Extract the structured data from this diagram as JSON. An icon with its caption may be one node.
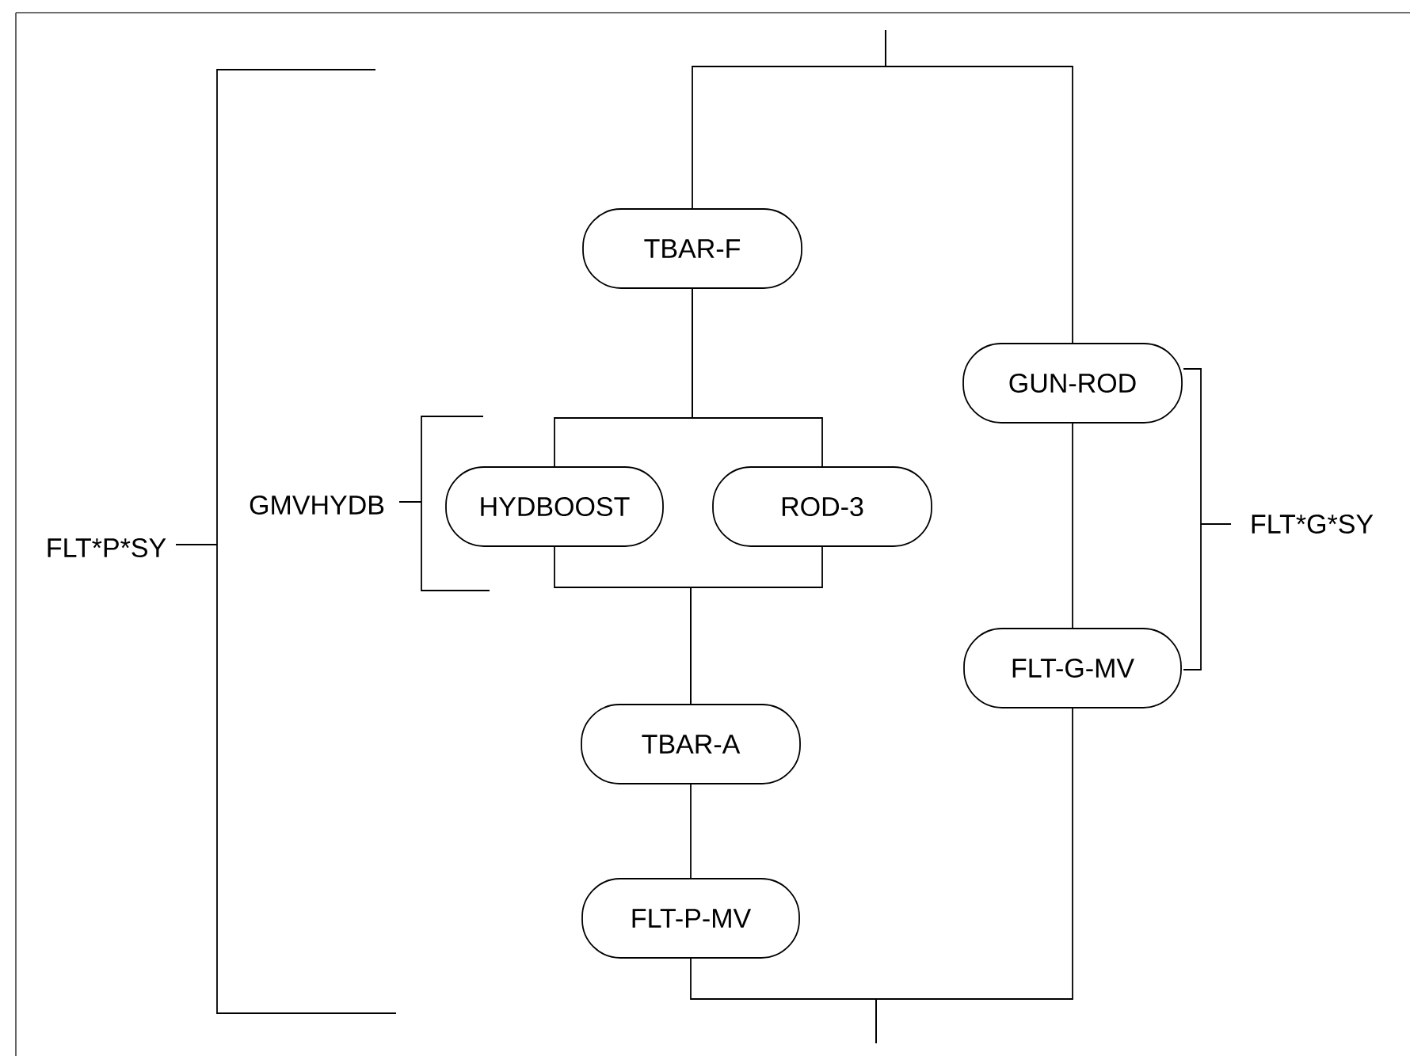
{
  "diagram": {
    "nodes": [
      {
        "text": [
          "TBAR-F"
        ]
      },
      {
        "text": [
          "GUN-ROD"
        ]
      },
      {
        "text": [
          "HYDBOOST"
        ]
      },
      {
        "text": [
          "ROD-3"
        ]
      },
      {
        "text": [
          "FLT-G-MV"
        ]
      },
      {
        "text": [
          "TBAR-A"
        ]
      },
      {
        "text": [
          "FLT-P-MV"
        ]
      }
    ],
    "edges": [
      {
        "from": null,
        "to": 0,
        "arrow": "none"
      },
      {
        "from": null,
        "to": 1,
        "arrow": "none"
      },
      {
        "from": 0,
        "to": 2,
        "arrow": "none"
      },
      {
        "from": 0,
        "to": 3,
        "arrow": "none"
      },
      {
        "from": 2,
        "to": 5,
        "arrow": "none"
      },
      {
        "from": 3,
        "to": 5,
        "arrow": "none"
      },
      {
        "from": 5,
        "to": 6,
        "arrow": "none"
      },
      {
        "from": 6,
        "to": null,
        "arrow": "none"
      },
      {
        "from": 1,
        "to": 4,
        "arrow": "none"
      },
      {
        "from": 4,
        "to": null,
        "arrow": "none"
      }
    ],
    "labels": [
      "FLT*P*SY",
      "GMVHYDB",
      "FLT*G*SY"
    ]
  }
}
